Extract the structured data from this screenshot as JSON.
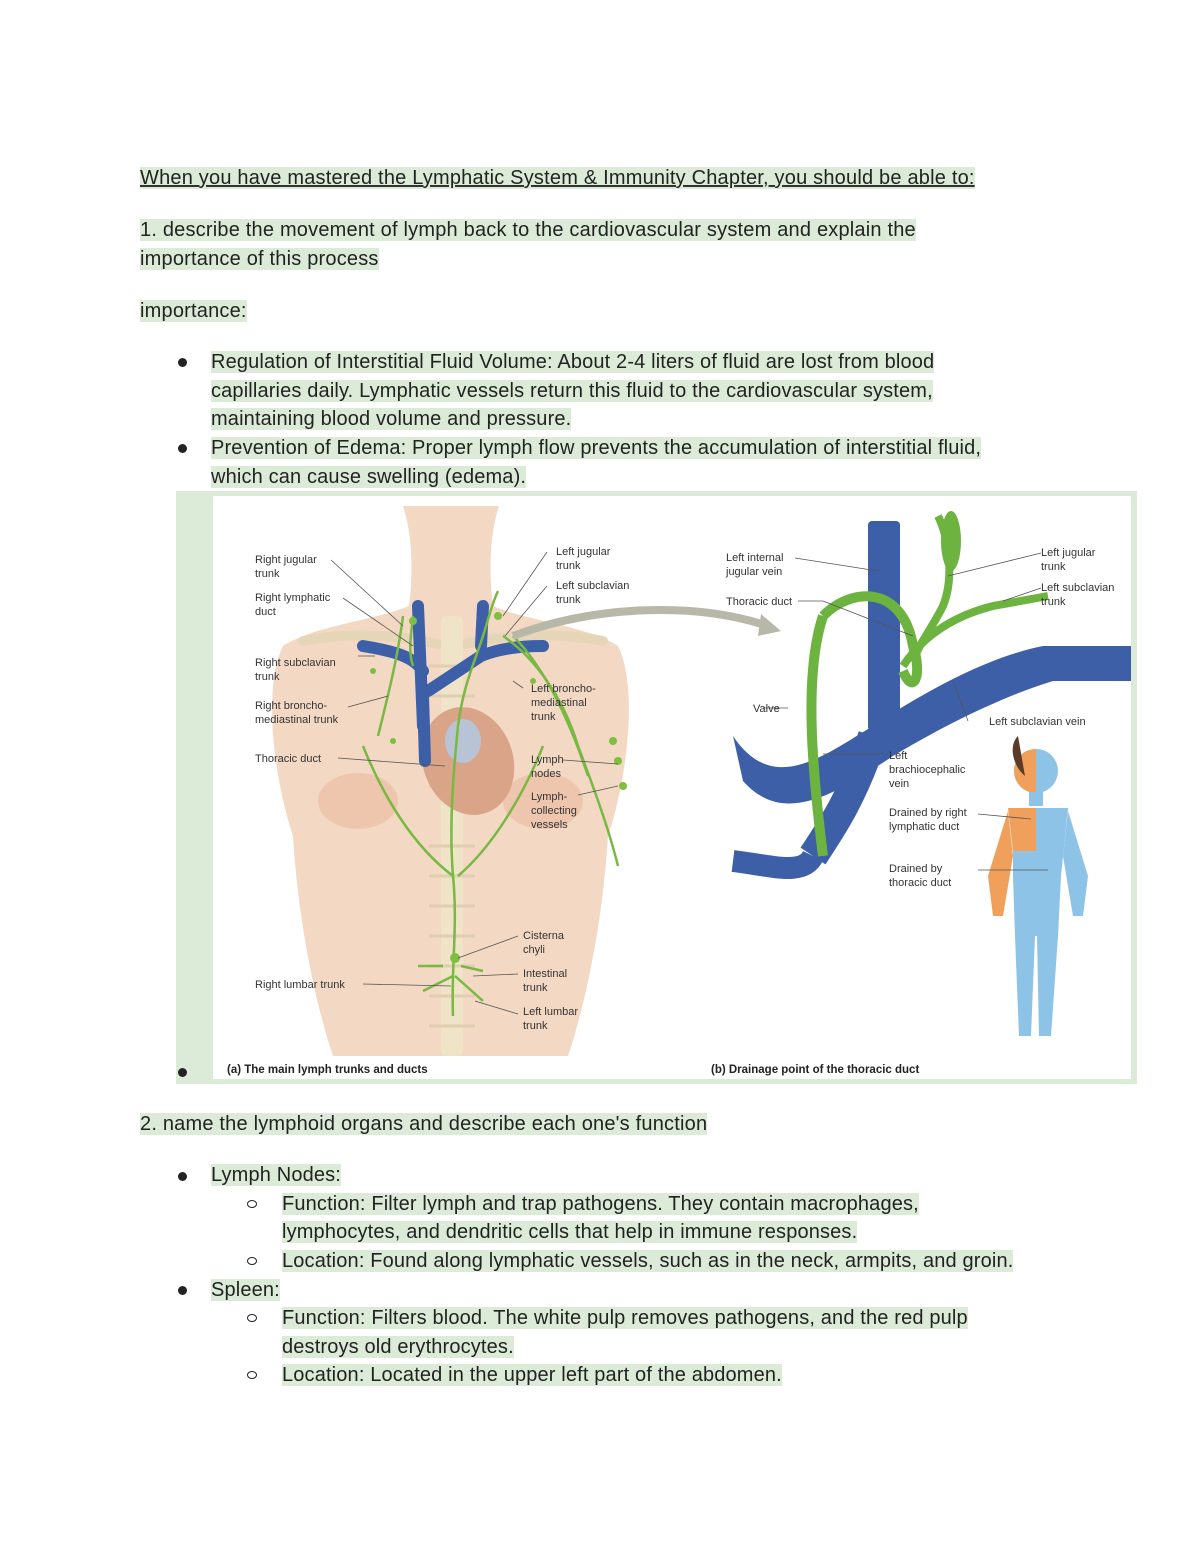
{
  "heading": "When you have mastered the Lymphatic System & Immunity Chapter, you should be able to:",
  "objective1": {
    "line1": "1. describe the movement of lymph back to the cardiovascular system and explain the",
    "line2": "importance of this process"
  },
  "importance_label": "importance:",
  "importance_bullets": [
    {
      "lines": [
        "Regulation of Interstitial Fluid Volume: About 2-4 liters of fluid are lost from blood",
        "capillaries daily. Lymphatic vessels return this fluid to the cardiovascular system,",
        "maintaining blood volume and pressure."
      ]
    },
    {
      "lines": [
        " Prevention of Edema: Proper lymph flow prevents the accumulation of interstitial fluid,",
        "which can cause swelling (edema)."
      ]
    }
  ],
  "figure": {
    "caption_a": "(a) The main lymph trunks and ducts",
    "caption_b": "(b) Drainage point of the thoracic duct",
    "labels_a": {
      "right_jugular": [
        "Right jugular",
        "trunk"
      ],
      "right_lymphatic": [
        "Right lymphatic",
        "duct"
      ],
      "right_subclavian": [
        "Right subclavian",
        "trunk"
      ],
      "right_bronchomed": [
        "Right broncho-",
        "mediastinal trunk"
      ],
      "thoracic_duct": [
        "Thoracic duct"
      ],
      "right_lumbar": [
        "Right lumbar trunk"
      ],
      "left_jugular": [
        "Left jugular",
        "trunk"
      ],
      "left_subclavian": [
        "Left subclavian",
        "trunk"
      ],
      "left_bronchomed": [
        "Left broncho-",
        "mediastinal",
        "trunk"
      ],
      "lymph_nodes": [
        "Lymph",
        "nodes"
      ],
      "lymph_vessels": [
        "Lymph-",
        "collecting",
        "vessels"
      ],
      "cisterna": [
        "Cisterna",
        "chyli"
      ],
      "intestinal": [
        "Intestinal",
        "trunk"
      ],
      "left_lumbar": [
        "Left lumbar",
        "trunk"
      ]
    },
    "labels_b": {
      "left_internal_jugular": [
        "Left internal",
        "jugular vein"
      ],
      "thoracic_duct": [
        "Thoracic duct"
      ],
      "left_jugular": [
        "Left jugular",
        "trunk"
      ],
      "left_subclavian": [
        "Left subclavian",
        "trunk"
      ],
      "valve": [
        "Valve"
      ],
      "left_subclavian_vein": [
        "Left subclavian vein"
      ],
      "left_brachio": [
        "Left",
        "brachiocephalic",
        "vein"
      ],
      "drained_right": [
        "Drained by right",
        "lymphatic duct"
      ],
      "drained_thoracic": [
        "Drained by",
        "thoracic duct"
      ]
    }
  },
  "objective2": "2. name the lymphoid organs and describe each one's function",
  "organs": [
    {
      "name": "Lymph Nodes:",
      "items": [
        [
          "Function: Filter lymph and trap pathogens. They contain macrophages,",
          "lymphocytes, and dendritic cells that help in immune responses."
        ],
        [
          "Location: Found along lymphatic vessels, such as in the neck, armpits, and groin."
        ]
      ]
    },
    {
      "name": "Spleen:",
      "items": [
        [
          "Function: Filters blood. The white pulp removes pathogens, and the red pulp",
          "destroys old erythrocytes."
        ],
        [
          "Location: Located in the upper left part of the abdomen."
        ]
      ]
    }
  ],
  "colors": {
    "highlight": "#dcebd8",
    "vein_blue": "#3d5fa8",
    "lymph_green": "#6db33f",
    "skin": "#f0d2bd",
    "right_drain": "#f0a05a",
    "thoracic_drain": "#8ec3e8"
  }
}
